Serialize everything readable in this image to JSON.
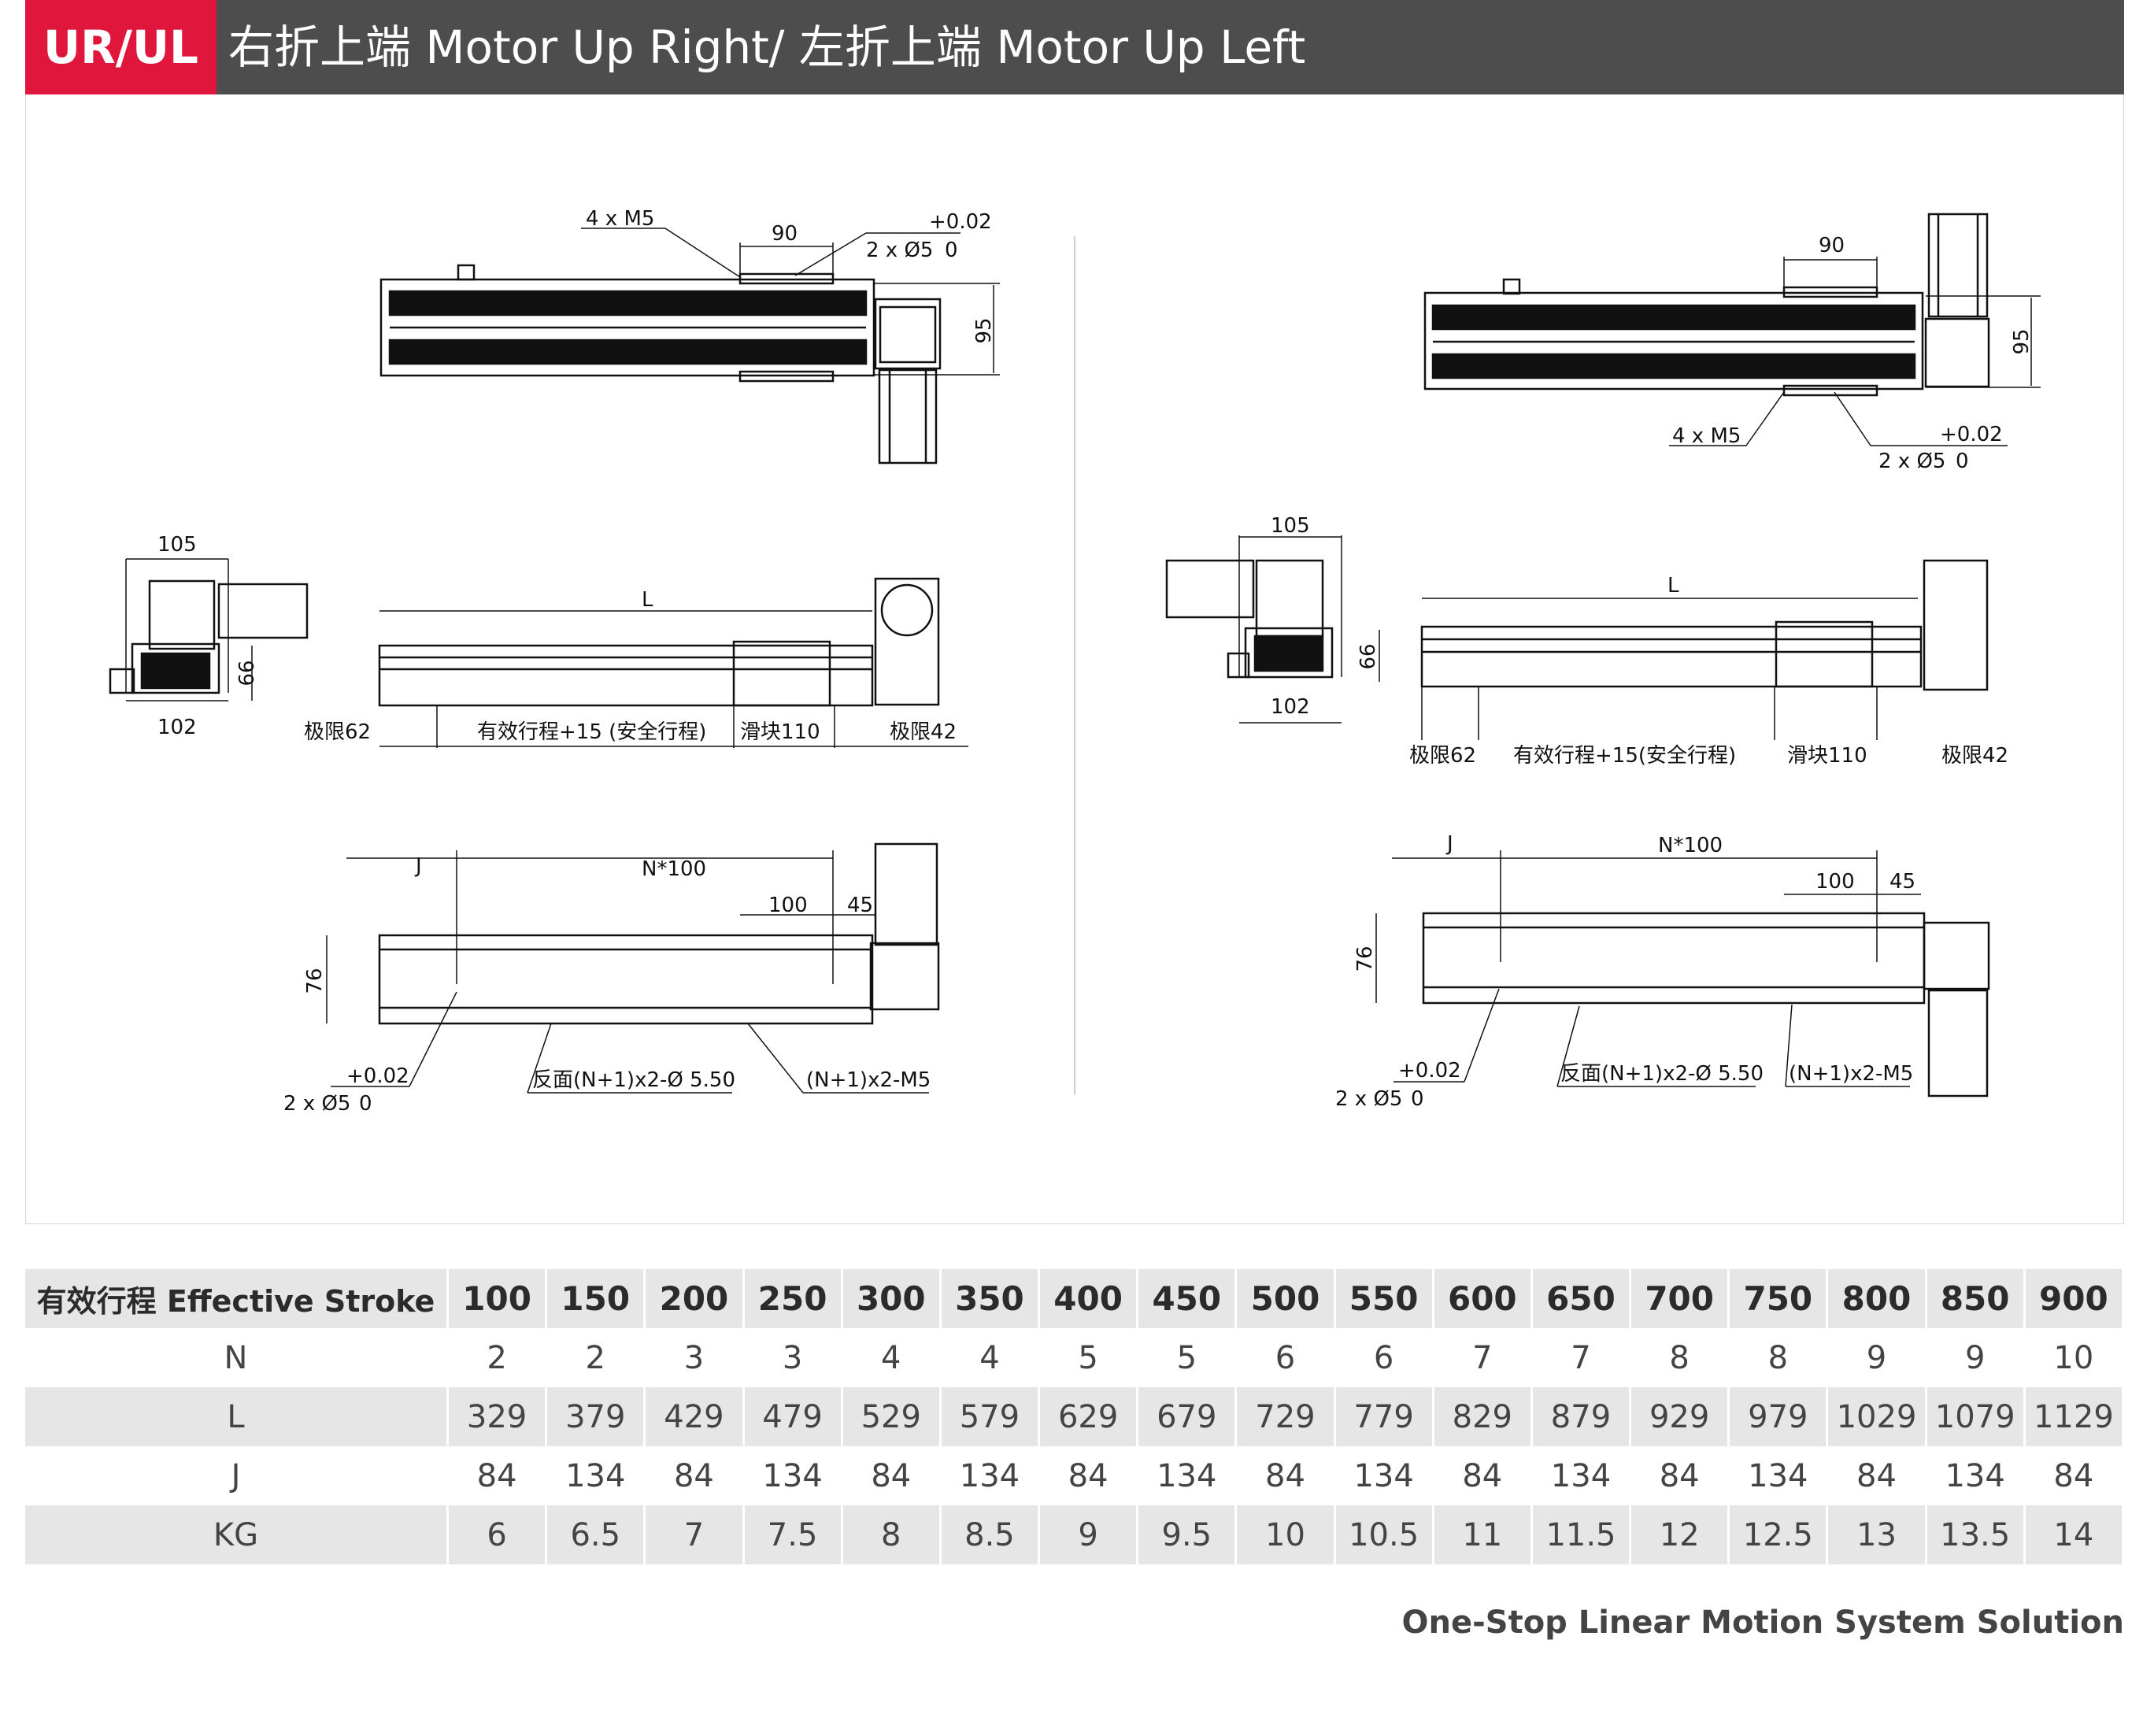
{
  "header": {
    "badge": "UR/UL",
    "title": "右折上端 Motor Up Right/ 左折上端 Motor Up Left"
  },
  "drawings": {
    "right": {
      "top": {
        "holes_thread": "4 x M5",
        "pitch": "90",
        "tol_upper": "+0.02",
        "pin_holes": "2 x Ø5",
        "tol_lower": "0",
        "height": "95"
      },
      "middle": {
        "width_top": "105",
        "height": "66",
        "width_bottom": "102",
        "length": "L",
        "limit_left": "极限62",
        "stroke": "有效行程+15 (安全行程)",
        "slider": "滑块110",
        "limit_right": "极限42"
      },
      "bottom": {
        "j": "J",
        "n100": "N*100",
        "hundred": "100",
        "fortyfive": "45",
        "height": "76",
        "tol_upper": "+0.02",
        "pin_holes": "2 x Ø5",
        "tol_lower": "0",
        "back_holes": "反面(N+1)x2-Ø 5.50",
        "m5_holes": "(N+1)x2-M5"
      }
    },
    "left": {
      "top": {
        "holes_thread": "4 x M5",
        "pitch": "90",
        "tol_upper": "+0.02",
        "pin_holes": "2 x Ø5",
        "tol_lower": "0",
        "height": "95"
      },
      "middle": {
        "width_top": "105",
        "height": "66",
        "width_bottom": "102",
        "length": "L",
        "limit_left": "极限62",
        "stroke": "有效行程+15(安全行程)",
        "slider": "滑块110",
        "limit_right": "极限42"
      },
      "bottom": {
        "j": "J",
        "n100": "N*100",
        "hundred": "100",
        "fortyfive": "45",
        "height": "76",
        "tol_upper": "+0.02",
        "pin_holes": "2 x Ø5",
        "tol_lower": "0",
        "back_holes": "反面(N+1)x2-Ø 5.50",
        "m5_holes": "(N+1)x2-M5"
      }
    }
  },
  "table": {
    "header_label": "有效行程 Effective Stroke",
    "strokes": [
      "100",
      "150",
      "200",
      "250",
      "300",
      "350",
      "400",
      "450",
      "500",
      "550",
      "600",
      "650",
      "700",
      "750",
      "800",
      "850",
      "900"
    ],
    "rows": [
      {
        "label": "N",
        "values": [
          "2",
          "2",
          "3",
          "3",
          "4",
          "4",
          "5",
          "5",
          "6",
          "6",
          "7",
          "7",
          "8",
          "8",
          "9",
          "9",
          "10"
        ]
      },
      {
        "label": "L",
        "values": [
          "329",
          "379",
          "429",
          "479",
          "529",
          "579",
          "629",
          "679",
          "729",
          "779",
          "829",
          "879",
          "929",
          "979",
          "1029",
          "1079",
          "1129"
        ]
      },
      {
        "label": "J",
        "values": [
          "84",
          "134",
          "84",
          "134",
          "84",
          "134",
          "84",
          "134",
          "84",
          "134",
          "84",
          "134",
          "84",
          "134",
          "84",
          "134",
          "84"
        ]
      },
      {
        "label": "KG",
        "values": [
          "6",
          "6.5",
          "7",
          "7.5",
          "8",
          "8.5",
          "9",
          "9.5",
          "10",
          "10.5",
          "11",
          "11.5",
          "12",
          "12.5",
          "13",
          "13.5",
          "14"
        ]
      }
    ]
  },
  "footer": {
    "tagline": "One-Stop Linear Motion System Solution"
  },
  "colors": {
    "accent": "#e0163c",
    "header_bg": "#4d4d4d",
    "row_shade": "#e6e6e6"
  }
}
